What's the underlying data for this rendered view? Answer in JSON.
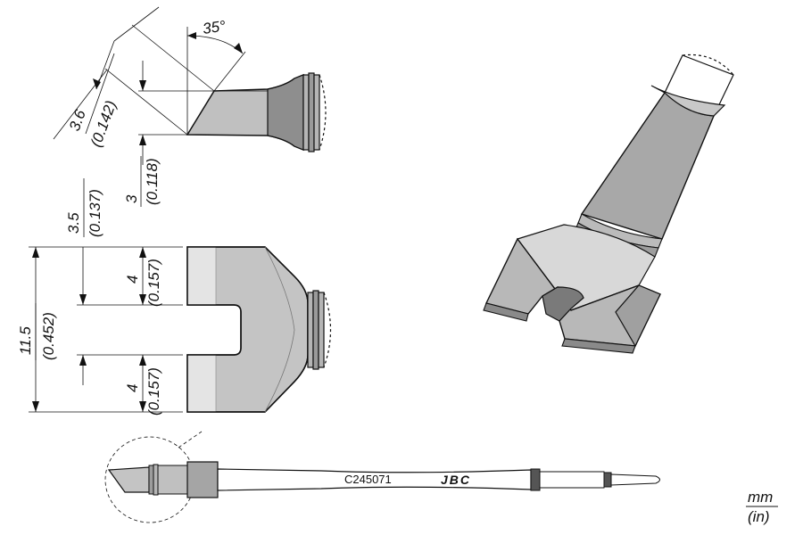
{
  "side_view": {
    "angle_label": "35°",
    "height_mm": "3.6",
    "height_in": "(0.142)",
    "thickness_mm": "3",
    "thickness_in": "(0.118)"
  },
  "front_view": {
    "slot_mm": "3.5",
    "slot_in": "(0.137)",
    "prong_top_mm": "4",
    "prong_top_in": "(0.157)",
    "prong_bottom_mm": "4",
    "prong_bottom_in": "(0.157)",
    "width_mm": "11.5",
    "width_in": "(0.452)"
  },
  "cartridge": {
    "code": "C245071",
    "brand": "JBC"
  },
  "units": {
    "primary": "mm",
    "secondary": "(in)"
  },
  "colors": {
    "tip_fill": "#c4c4c4",
    "tip_dark": "#8a8a8a",
    "tip_light": "#e4e4e4",
    "outline": "#111111"
  }
}
